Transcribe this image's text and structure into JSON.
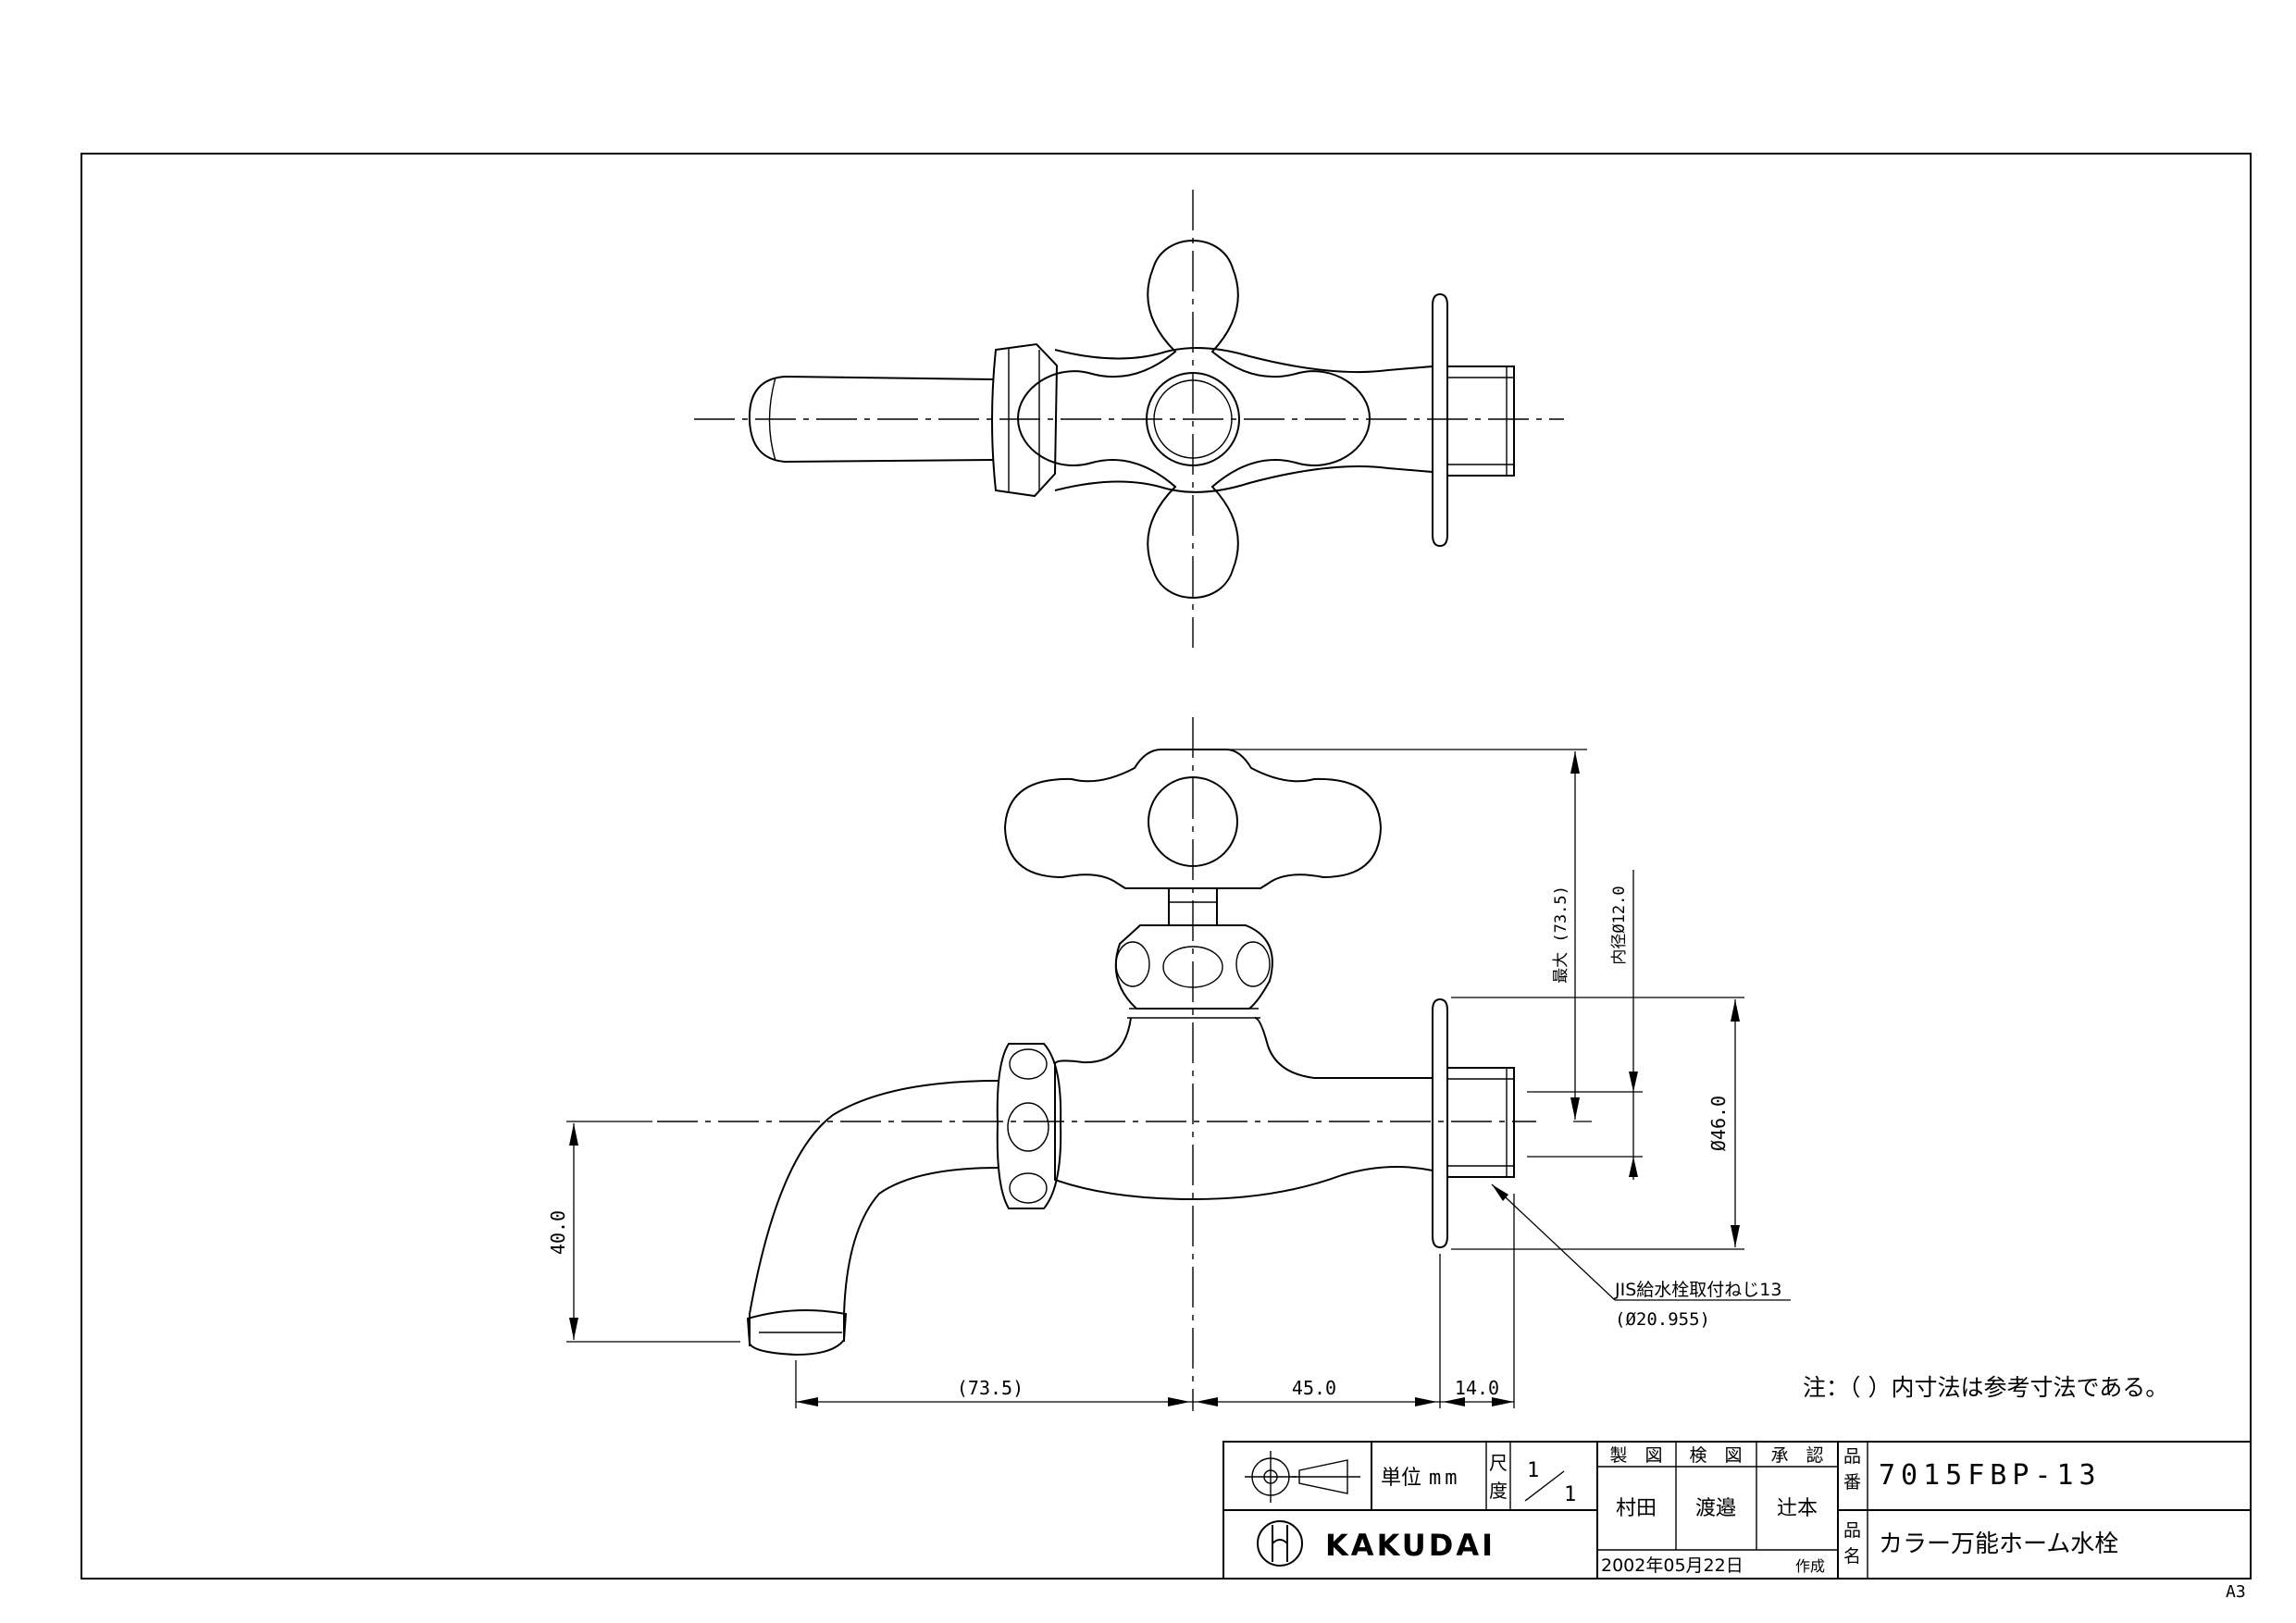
{
  "sheet_size": "A3",
  "note": "注：（ ）内寸法は参考寸法である。",
  "dimensions": {
    "max_height": "最大 (73.5)",
    "inner_diameter": "内径Ø12.0",
    "flange_diameter": "Ø46.0",
    "spout_drop": "40.0",
    "spout_reach": "(73.5)",
    "body_length": "45.0",
    "thread_length": "14.0",
    "thread_callout": "JIS給水栓取付ねじ13",
    "thread_diameter": "(Ø20.955)"
  },
  "title_block": {
    "unit_label": "単位",
    "unit_value": "mm",
    "scale_label_1": "尺",
    "scale_label_2": "度",
    "scale_num": "1",
    "scale_den": "1",
    "made_label": "製　図",
    "checked_label": "検　図",
    "approved_label": "承　認",
    "made_by": "村田",
    "checked_by": "渡邉",
    "approved_by": "辻本",
    "date": "2002年05月22日",
    "date_suffix": "作成",
    "part_no_label_1": "品",
    "part_no_label_2": "番",
    "part_no": "7015FBP-13",
    "part_name_label_1": "品",
    "part_name_label_2": "名",
    "part_name": "カラー万能ホーム水栓",
    "company": "KAKUDAI"
  }
}
